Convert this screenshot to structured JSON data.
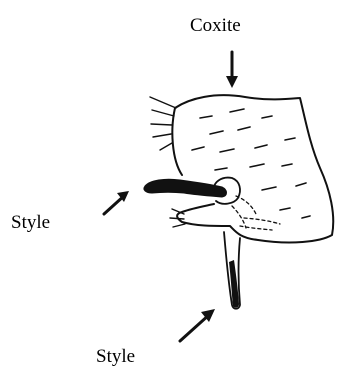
{
  "labels": {
    "coxite": "Coxite",
    "style_left": "Style",
    "style_bottom": "Style"
  }
}
